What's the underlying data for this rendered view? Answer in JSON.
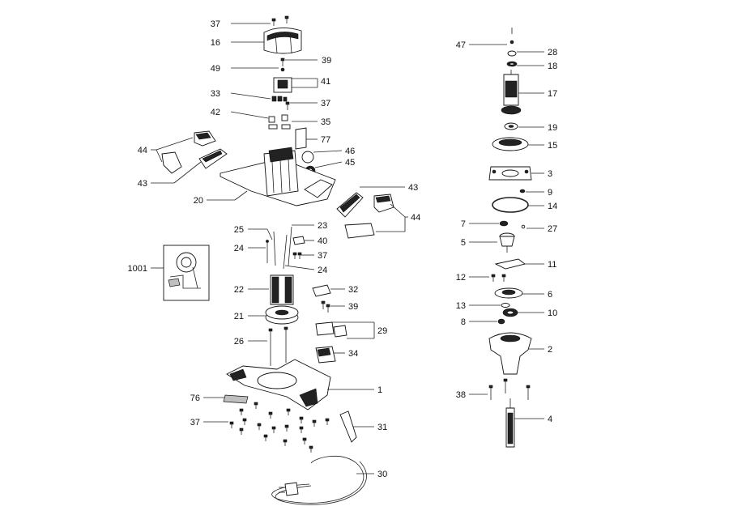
{
  "callouts": [
    {
      "id": "37-top",
      "label": "37"
    },
    {
      "id": "16",
      "label": "16"
    },
    {
      "id": "39-top",
      "label": "39"
    },
    {
      "id": "49",
      "label": "49"
    },
    {
      "id": "41",
      "label": "41"
    },
    {
      "id": "33",
      "label": "33"
    },
    {
      "id": "37-mid",
      "label": "37"
    },
    {
      "id": "42",
      "label": "42"
    },
    {
      "id": "35",
      "label": "35"
    },
    {
      "id": "77",
      "label": "77"
    },
    {
      "id": "44-left",
      "label": "44"
    },
    {
      "id": "46",
      "label": "46"
    },
    {
      "id": "45",
      "label": "45"
    },
    {
      "id": "43-left",
      "label": "43"
    },
    {
      "id": "20",
      "label": "20"
    },
    {
      "id": "43-right",
      "label": "43"
    },
    {
      "id": "44-right",
      "label": "44"
    },
    {
      "id": "23",
      "label": "23"
    },
    {
      "id": "25",
      "label": "25"
    },
    {
      "id": "40",
      "label": "40"
    },
    {
      "id": "24-left",
      "label": "24"
    },
    {
      "id": "37-lower",
      "label": "37"
    },
    {
      "id": "24-right",
      "label": "24"
    },
    {
      "id": "1001",
      "label": "1001"
    },
    {
      "id": "22",
      "label": "22"
    },
    {
      "id": "32",
      "label": "32"
    },
    {
      "id": "39-lower",
      "label": "39"
    },
    {
      "id": "21",
      "label": "21"
    },
    {
      "id": "29",
      "label": "29"
    },
    {
      "id": "26",
      "label": "26"
    },
    {
      "id": "34",
      "label": "34"
    },
    {
      "id": "1",
      "label": "1"
    },
    {
      "id": "76",
      "label": "76"
    },
    {
      "id": "37-bottom",
      "label": "37"
    },
    {
      "id": "31",
      "label": "31"
    },
    {
      "id": "30",
      "label": "30"
    },
    {
      "id": "47",
      "label": "47"
    },
    {
      "id": "28",
      "label": "28"
    },
    {
      "id": "18",
      "label": "18"
    },
    {
      "id": "17",
      "label": "17"
    },
    {
      "id": "19",
      "label": "19"
    },
    {
      "id": "15",
      "label": "15"
    },
    {
      "id": "3",
      "label": "3"
    },
    {
      "id": "9",
      "label": "9"
    },
    {
      "id": "14",
      "label": "14"
    },
    {
      "id": "7",
      "label": "7"
    },
    {
      "id": "27",
      "label": "27"
    },
    {
      "id": "5",
      "label": "5"
    },
    {
      "id": "11",
      "label": "11"
    },
    {
      "id": "12",
      "label": "12"
    },
    {
      "id": "6",
      "label": "6"
    },
    {
      "id": "13",
      "label": "13"
    },
    {
      "id": "10",
      "label": "10"
    },
    {
      "id": "8",
      "label": "8"
    },
    {
      "id": "2",
      "label": "2"
    },
    {
      "id": "38",
      "label": "38"
    },
    {
      "id": "4",
      "label": "4"
    }
  ]
}
